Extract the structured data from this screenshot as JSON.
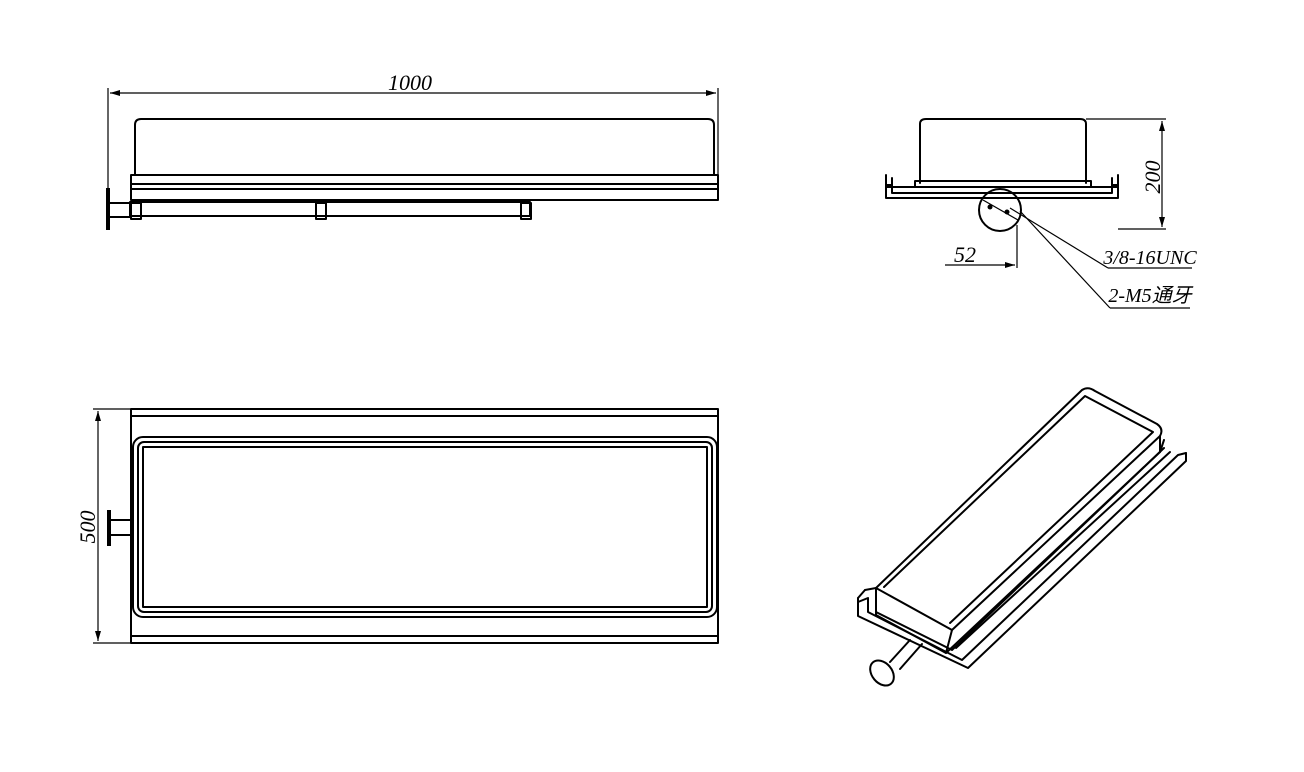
{
  "dimensions": {
    "length": "1000",
    "width": "500",
    "height": "200",
    "flange_offset": "52"
  },
  "callouts": {
    "thread": "3/8-16UNC",
    "tapped_holes": "2-M5通牙"
  }
}
